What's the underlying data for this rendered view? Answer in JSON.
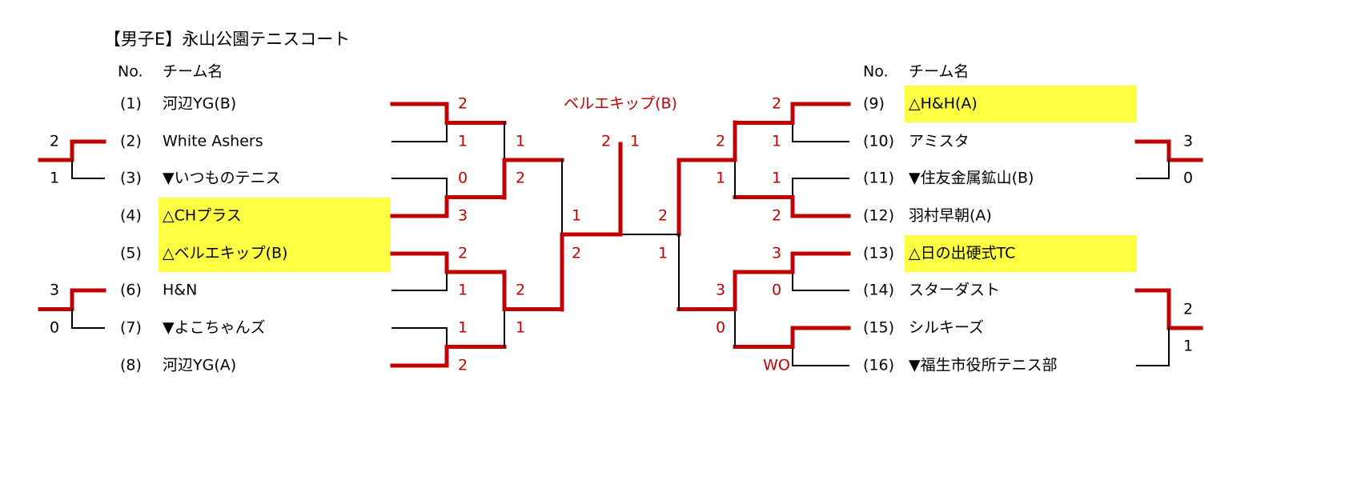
{
  "title": "【男子E】永山公園テニスコート",
  "headers": {
    "no": "No.",
    "team": "チーム名"
  },
  "champion": "ベルエキップ(B)",
  "colors": {
    "win": "#c00000",
    "highlight": "#ffff44",
    "line": "#000000"
  },
  "teams": [
    {
      "no": "(1)",
      "name": "河辺YG(B)",
      "highlight": false
    },
    {
      "no": "(2)",
      "name": "White Ashers",
      "highlight": false
    },
    {
      "no": "(3)",
      "name": "▼いつものテニス",
      "highlight": false
    },
    {
      "no": "(4)",
      "name": "△CHプラス",
      "highlight": true
    },
    {
      "no": "(5)",
      "name": "△ベルエキップ(B)",
      "highlight": true
    },
    {
      "no": "(6)",
      "name": "H&N",
      "highlight": false
    },
    {
      "no": "(7)",
      "name": "▼よこちゃんズ",
      "highlight": false
    },
    {
      "no": "(8)",
      "name": "河辺YG(A)",
      "highlight": false
    },
    {
      "no": "(9)",
      "name": "△H&H(A)",
      "highlight": true
    },
    {
      "no": "(10)",
      "name": "アミスタ",
      "highlight": false
    },
    {
      "no": "(11)",
      "name": "▼住友金属鉱山(B)",
      "highlight": false
    },
    {
      "no": "(12)",
      "name": "羽村早朝(A)",
      "highlight": false
    },
    {
      "no": "(13)",
      "name": "△日の出硬式TC",
      "highlight": true
    },
    {
      "no": "(14)",
      "name": "スターダスト",
      "highlight": false
    },
    {
      "no": "(15)",
      "name": "シルキーズ",
      "highlight": false
    },
    {
      "no": "(16)",
      "name": "▼福生市役所テニス部",
      "highlight": false
    }
  ],
  "scores": {
    "left_r1": [
      "2",
      "1",
      "0",
      "3",
      "2",
      "1",
      "1",
      "2"
    ],
    "left_r2": [
      "1",
      "2",
      "2",
      "1"
    ],
    "left_r3": [
      "1",
      "2"
    ],
    "final": [
      "2",
      "1"
    ],
    "right_r3": [
      "2",
      "1"
    ],
    "right_r2": [
      "2",
      "1",
      "3",
      "0"
    ],
    "right_r1": [
      "2",
      "1",
      "1",
      "2",
      "3",
      "0",
      "",
      "WO"
    ],
    "side_left": [
      "2",
      "1",
      "3",
      "0"
    ],
    "side_right": [
      "3",
      "0",
      "2",
      "1"
    ]
  }
}
